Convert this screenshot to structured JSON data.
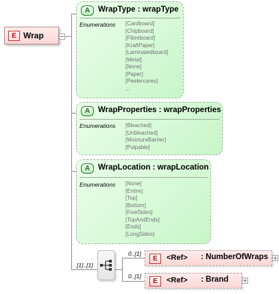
{
  "root": {
    "badge": "E",
    "name": "Wrap"
  },
  "attributes": [
    {
      "badge": "A",
      "title": "WrapType : wrapType",
      "enum_label": "Enumerations",
      "values": [
        "[Cardboard]",
        "[Chipboard]",
        "[Fibreboard]",
        "[KraftPaper]",
        "[Laminatedboard]",
        "[Metal]",
        "[None]",
        "[Paper]",
        "[Peelercores]",
        "..."
      ]
    },
    {
      "badge": "A",
      "title": "WrapProperties : wrapProperties",
      "enum_label": "Enumerations",
      "values": [
        "[Bleached]",
        "[Unbleached]",
        "[MoistureBarrier]",
        "[Pulpable]"
      ]
    },
    {
      "badge": "A",
      "title": "WrapLocation : wrapLocation",
      "enum_label": "Enumerations",
      "values": [
        "[None]",
        "[Entire]",
        "[Top]",
        "[Bottom]",
        "[FiveSides]",
        "[TopAndEnds]",
        "[Ends]",
        "[LongSides]"
      ]
    }
  ],
  "sequence": {
    "cardinality": "[1]..[1]",
    "icon": "sequence-icon"
  },
  "children": [
    {
      "cardinality": "0..[1]",
      "badge": "E",
      "ref": "<Ref>",
      "name": ": NumberOfWraps"
    },
    {
      "cardinality": "0..[1]",
      "badge": "E",
      "ref": "<Ref>",
      "name": ": Brand"
    }
  ],
  "colors": {
    "element_fill": "#ffd6d6",
    "attribute_fill": "#c8f5c8",
    "element_badge": "#c00000",
    "attribute_badge": "#1a6a1a"
  }
}
